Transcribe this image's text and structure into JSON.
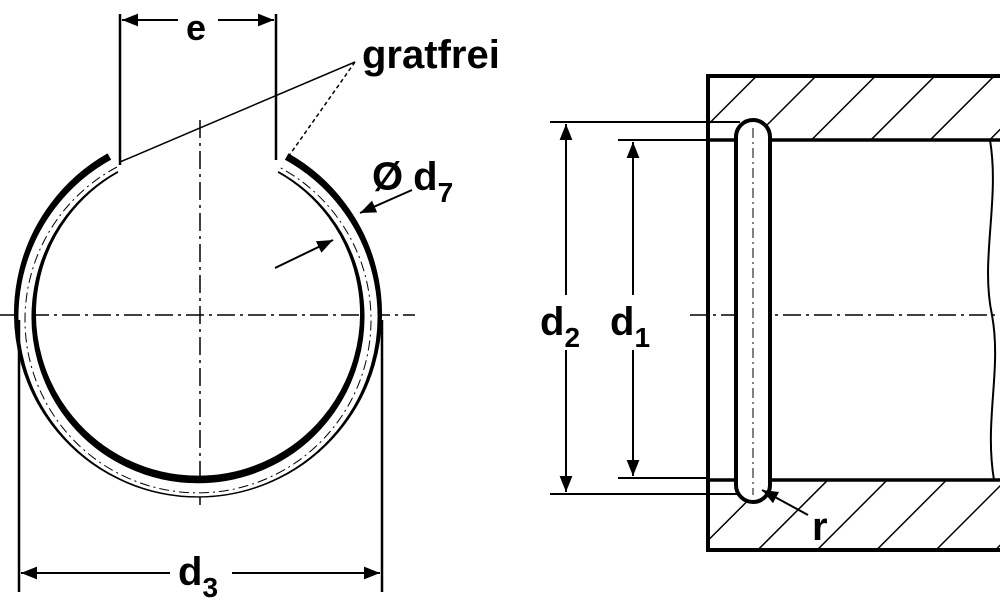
{
  "labels": {
    "e": "e",
    "burr_free": "gratfrei",
    "diameter_symbol": "Ø",
    "d7_main": "d",
    "d7_sub": "7",
    "d3_main": "d",
    "d3_sub": "3",
    "d2_main": "d",
    "d2_sub": "2",
    "d1_main": "d",
    "d1_sub": "1",
    "r": "r"
  },
  "colors": {
    "ink": "#000000",
    "paper": "#ffffff"
  }
}
